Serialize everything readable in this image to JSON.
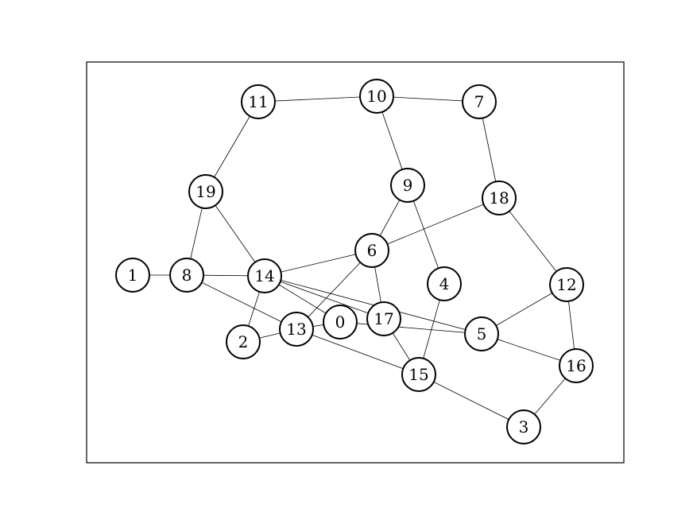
{
  "graph": {
    "nodes": [
      {
        "id": "0",
        "label": "0"
      },
      {
        "id": "1",
        "label": "1"
      },
      {
        "id": "2",
        "label": "2"
      },
      {
        "id": "3",
        "label": "3"
      },
      {
        "id": "4",
        "label": "4"
      },
      {
        "id": "5",
        "label": "5"
      },
      {
        "id": "6",
        "label": "6"
      },
      {
        "id": "7",
        "label": "7"
      },
      {
        "id": "8",
        "label": "8"
      },
      {
        "id": "9",
        "label": "9"
      },
      {
        "id": "10",
        "label": "10"
      },
      {
        "id": "11",
        "label": "11"
      },
      {
        "id": "12",
        "label": "12"
      },
      {
        "id": "13",
        "label": "13"
      },
      {
        "id": "14",
        "label": "14"
      },
      {
        "id": "15",
        "label": "15"
      },
      {
        "id": "16",
        "label": "16"
      },
      {
        "id": "17",
        "label": "17"
      },
      {
        "id": "18",
        "label": "18"
      },
      {
        "id": "19",
        "label": "19"
      }
    ],
    "edges": [
      [
        "11",
        "10"
      ],
      [
        "10",
        "7"
      ],
      [
        "10",
        "9"
      ],
      [
        "11",
        "19"
      ],
      [
        "7",
        "18"
      ],
      [
        "19",
        "8"
      ],
      [
        "19",
        "14"
      ],
      [
        "9",
        "6"
      ],
      [
        "9",
        "4"
      ],
      [
        "18",
        "6"
      ],
      [
        "18",
        "12"
      ],
      [
        "1",
        "8"
      ],
      [
        "8",
        "14"
      ],
      [
        "8",
        "13"
      ],
      [
        "14",
        "6"
      ],
      [
        "14",
        "2"
      ],
      [
        "14",
        "0"
      ],
      [
        "14",
        "17"
      ],
      [
        "14",
        "5"
      ],
      [
        "6",
        "13"
      ],
      [
        "6",
        "17"
      ],
      [
        "2",
        "13"
      ],
      [
        "13",
        "0"
      ],
      [
        "13",
        "15"
      ],
      [
        "0",
        "5"
      ],
      [
        "17",
        "15"
      ],
      [
        "4",
        "15"
      ],
      [
        "12",
        "5"
      ],
      [
        "12",
        "16"
      ],
      [
        "5",
        "16"
      ],
      [
        "15",
        "3"
      ],
      [
        "3",
        "16"
      ]
    ]
  }
}
